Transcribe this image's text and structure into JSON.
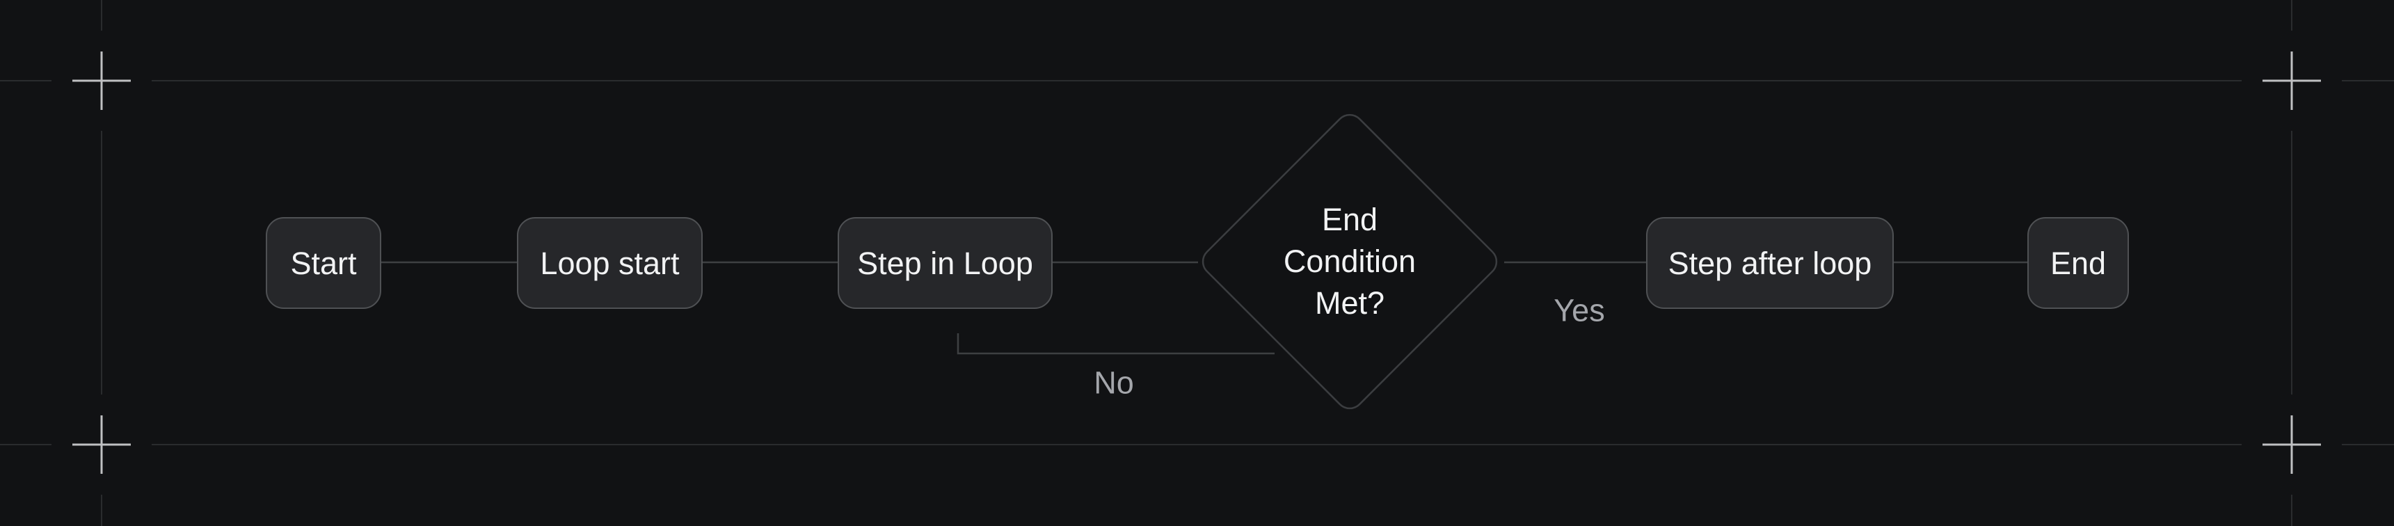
{
  "canvas": {
    "background_color": "#111214",
    "guide_line_color": "#2a2c2e",
    "crop_mark_icon": "crosshair-plus-icon",
    "crop_mark_color": "#bfc0c2"
  },
  "flowchart": {
    "nodes": [
      {
        "id": "start",
        "type": "box",
        "label": "Start"
      },
      {
        "id": "loop-start",
        "type": "box",
        "label": "Loop start"
      },
      {
        "id": "step-in-loop",
        "type": "box",
        "label": "Step in Loop"
      },
      {
        "id": "end-condition-met",
        "type": "diamond",
        "label": "End\nCondition\nMet?"
      },
      {
        "id": "step-after-loop",
        "type": "box",
        "label": "Step after loop"
      },
      {
        "id": "end",
        "type": "box",
        "label": "End"
      }
    ],
    "edges": [
      {
        "from": "start",
        "to": "loop-start",
        "label": ""
      },
      {
        "from": "loop-start",
        "to": "step-in-loop",
        "label": ""
      },
      {
        "from": "step-in-loop",
        "to": "end-condition-met",
        "label": ""
      },
      {
        "from": "end-condition-met",
        "to": "step-after-loop",
        "label": "Yes"
      },
      {
        "from": "step-after-loop",
        "to": "end",
        "label": ""
      },
      {
        "from": "end-condition-met",
        "to": "step-in-loop",
        "label": "No"
      }
    ],
    "node_fill_color": "#26272a",
    "node_border_color": "#4f5154",
    "node_text_color": "#f2f3f4",
    "edge_color": "#3e4042",
    "edge_label_color": "#a4a6ab"
  }
}
